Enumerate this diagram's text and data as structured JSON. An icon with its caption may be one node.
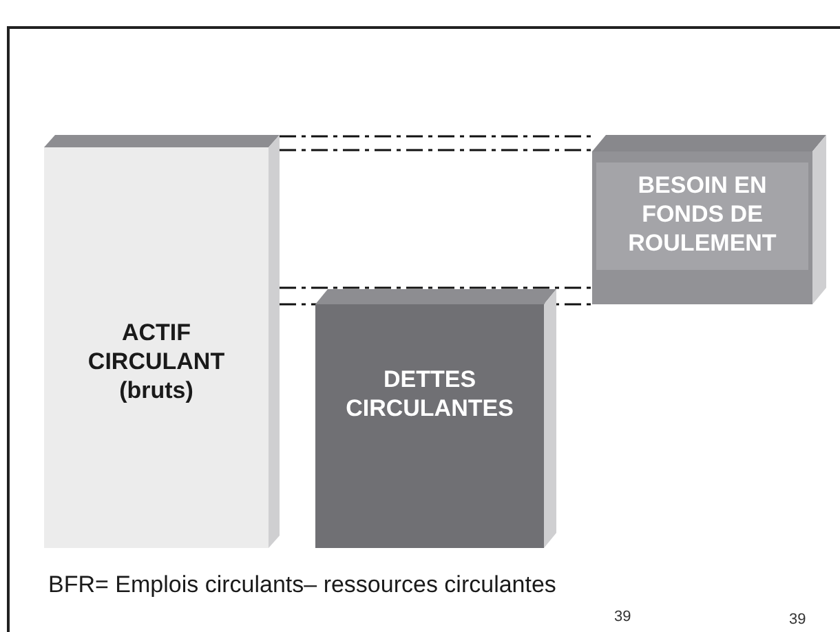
{
  "diagram": {
    "nodes": [
      {
        "text": [
          "ACTIF CIRCULANT (bruts)"
        ]
      },
      {
        "text": [
          "DETTES CIRCULANTES"
        ]
      },
      {
        "text": [
          "BESOIN EN FONDS DE ROULEMENT"
        ]
      }
    ],
    "edges": [
      {
        "from": 0,
        "to": 2,
        "arrow": "none",
        "style": "dashed"
      },
      {
        "from": 0,
        "to": 2,
        "arrow": "none",
        "style": "dashed"
      },
      {
        "from": 0,
        "to": 2,
        "arrow": "none",
        "style": "dashed"
      },
      {
        "from": 0,
        "to": 2,
        "arrow": "none",
        "style": "dashed"
      }
    ],
    "labels": [
      "BFR= Emplois circulants– ressources circulantes",
      "39",
      "39"
    ]
  }
}
